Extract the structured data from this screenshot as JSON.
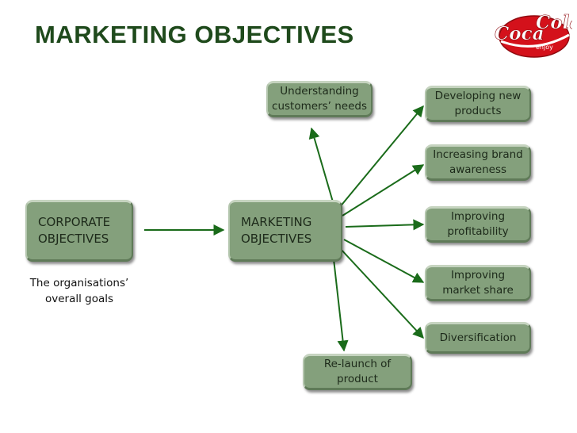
{
  "title": "MARKETING OBJECTIVES",
  "corporate": {
    "lines": [
      "CORPORATE",
      "OBJECTIVES"
    ]
  },
  "corporate_note": {
    "lines": [
      "The organisations’",
      "overall goals"
    ]
  },
  "marketing": {
    "lines": [
      "MARKETING",
      "OBJECTIVES"
    ]
  },
  "objectives": [
    {
      "lines": [
        "Understanding",
        "customers’ needs"
      ]
    },
    {
      "lines": [
        "Developing new",
        "products"
      ]
    },
    {
      "lines": [
        "Increasing brand",
        "awareness"
      ]
    },
    {
      "lines": [
        "Improving",
        "profitability"
      ]
    },
    {
      "lines": [
        "Improving",
        "market share"
      ]
    },
    {
      "lines": [
        "Diversification"
      ]
    },
    {
      "lines": [
        "Re-launch of",
        "product"
      ]
    }
  ],
  "logo": {
    "brand": "Coca-Cola",
    "tagline": "enjoy"
  },
  "colors": {
    "title": "#1f4a1c",
    "box_fill": "#84a07c",
    "arrow": "#1a6b1a",
    "logo_red": "#d4111b"
  }
}
